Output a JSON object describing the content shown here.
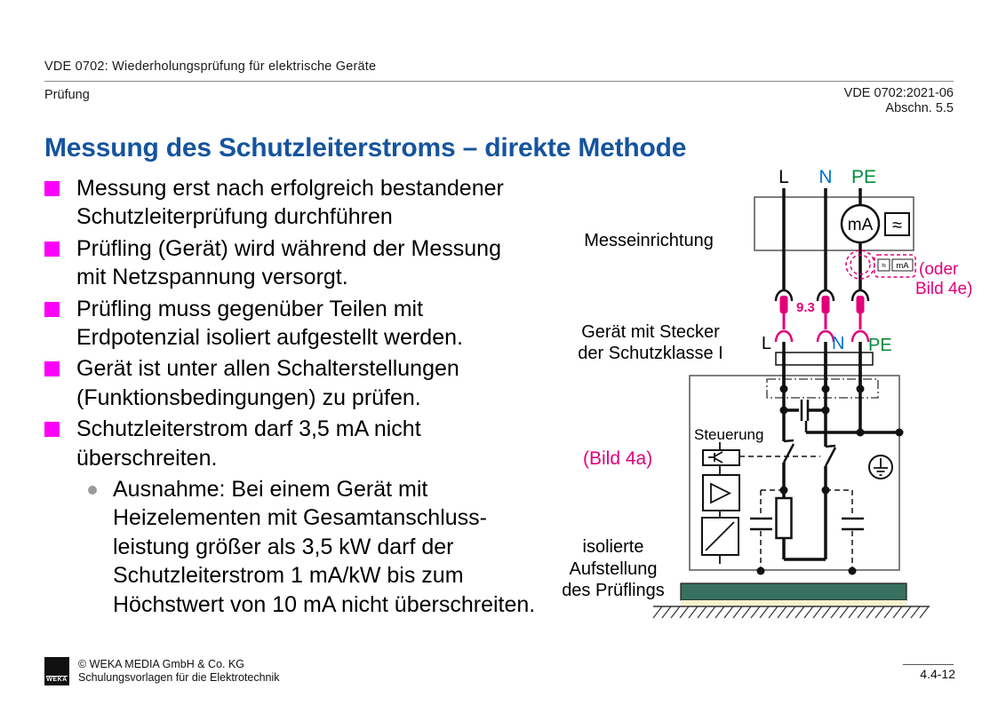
{
  "header": {
    "doc_title": "VDE 0702: Wiederholungsprüfung  für elektrische Geräte",
    "section": "Prüfung",
    "ref_line1": "VDE 0702:2021-06",
    "ref_line2": "Abschn. 5.5"
  },
  "title": "Messung des Schutzleiterstroms – direkte Methode",
  "colors": {
    "title_blue": "#15549e",
    "bullet_magenta": "#fa00fa",
    "diagram_pink": "#e2007a",
    "phase_n_blue": "#0070c8",
    "pe_green": "#008c3a",
    "insulating_mat_teal": "#38705f",
    "mat_strip_cream": "#f6f3cf"
  },
  "bullets": [
    {
      "text": "Messung erst nach erfolgreich bestandener\nSchutzleiterprüfung durchführen"
    },
    {
      "text": "Prüfling (Gerät) wird während der Messung\nmit Netzspannung versorgt."
    },
    {
      "text": "Prüfling muss gegenüber Teilen mit\nErdpotenzial isoliert aufgestellt werden."
    },
    {
      "text": "Gerät ist unter allen Schalterstellungen\n(Funktionsbedingungen) zu prüfen."
    },
    {
      "text": "Schutzleiterstrom darf 3,5 mA nicht\nüberschreiten."
    }
  ],
  "sub_bullet": {
    "text": "Ausnahme: Bei einem Gerät mit\nHeizelementen mit Gesamtanschluss-\nleistung größer als 3,5 kW darf der\nSchutzleiterstrom 1 mA/kW bis zum\nHöchstwert von 10 mA nicht überschreiten."
  },
  "diagram": {
    "labels": {
      "l_top": "L",
      "n_top": "N",
      "pe_top": "PE",
      "measuring_device": "Messeinrichtung",
      "meter": "mA",
      "approx_symbol": "≈",
      "clamp_approx_symbol": "≈",
      "clamp_meter": "mA",
      "alt_line1": "(oder",
      "alt_line2": "Bild 4e)",
      "connector_ref": "9.3",
      "l_plug": "L",
      "n_plug": "N",
      "pe_plug": "PE",
      "device_line1": "Gerät mit Stecker",
      "device_line2": "der Schutzklasse I",
      "figure_ref": "(Bild 4a)",
      "control": "Steuerung",
      "isolation_line1": "isolierte",
      "isolation_line2": "Aufstellung",
      "isolation_line3": "des Prüflings"
    }
  },
  "footer": {
    "logo_text": "WEKA",
    "copyright_line1": "© WEKA MEDIA  GmbH  & Co. KG",
    "copyright_line2": "Schulungsvorlagen für die Elektrotechnik",
    "page_number": "4.4-12"
  }
}
